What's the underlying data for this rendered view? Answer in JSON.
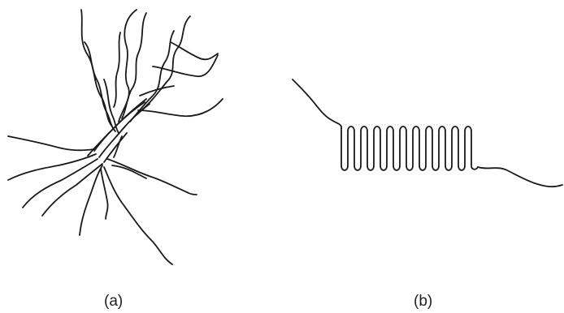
{
  "panels": [
    {
      "id": "a",
      "label": "(a)"
    },
    {
      "id": "b",
      "label": "(b)"
    }
  ],
  "colors": {
    "line": "#1a1a1a",
    "background": "#ffffff"
  }
}
